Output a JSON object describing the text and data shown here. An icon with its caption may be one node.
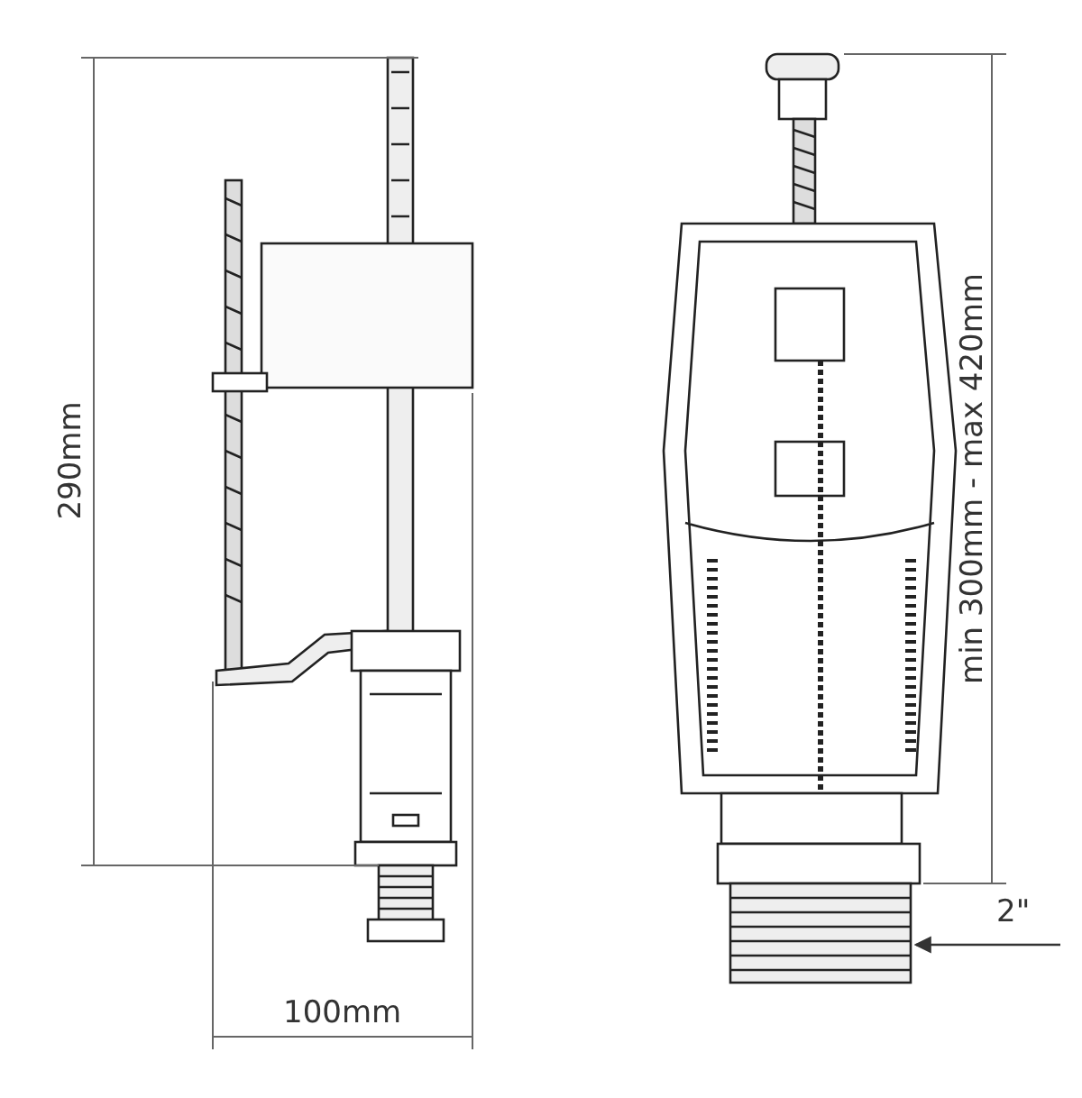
{
  "diagram": {
    "labels": [
      "290mm",
      "min 300mm - max 420mm",
      "2\"",
      "100mm"
    ]
  }
}
